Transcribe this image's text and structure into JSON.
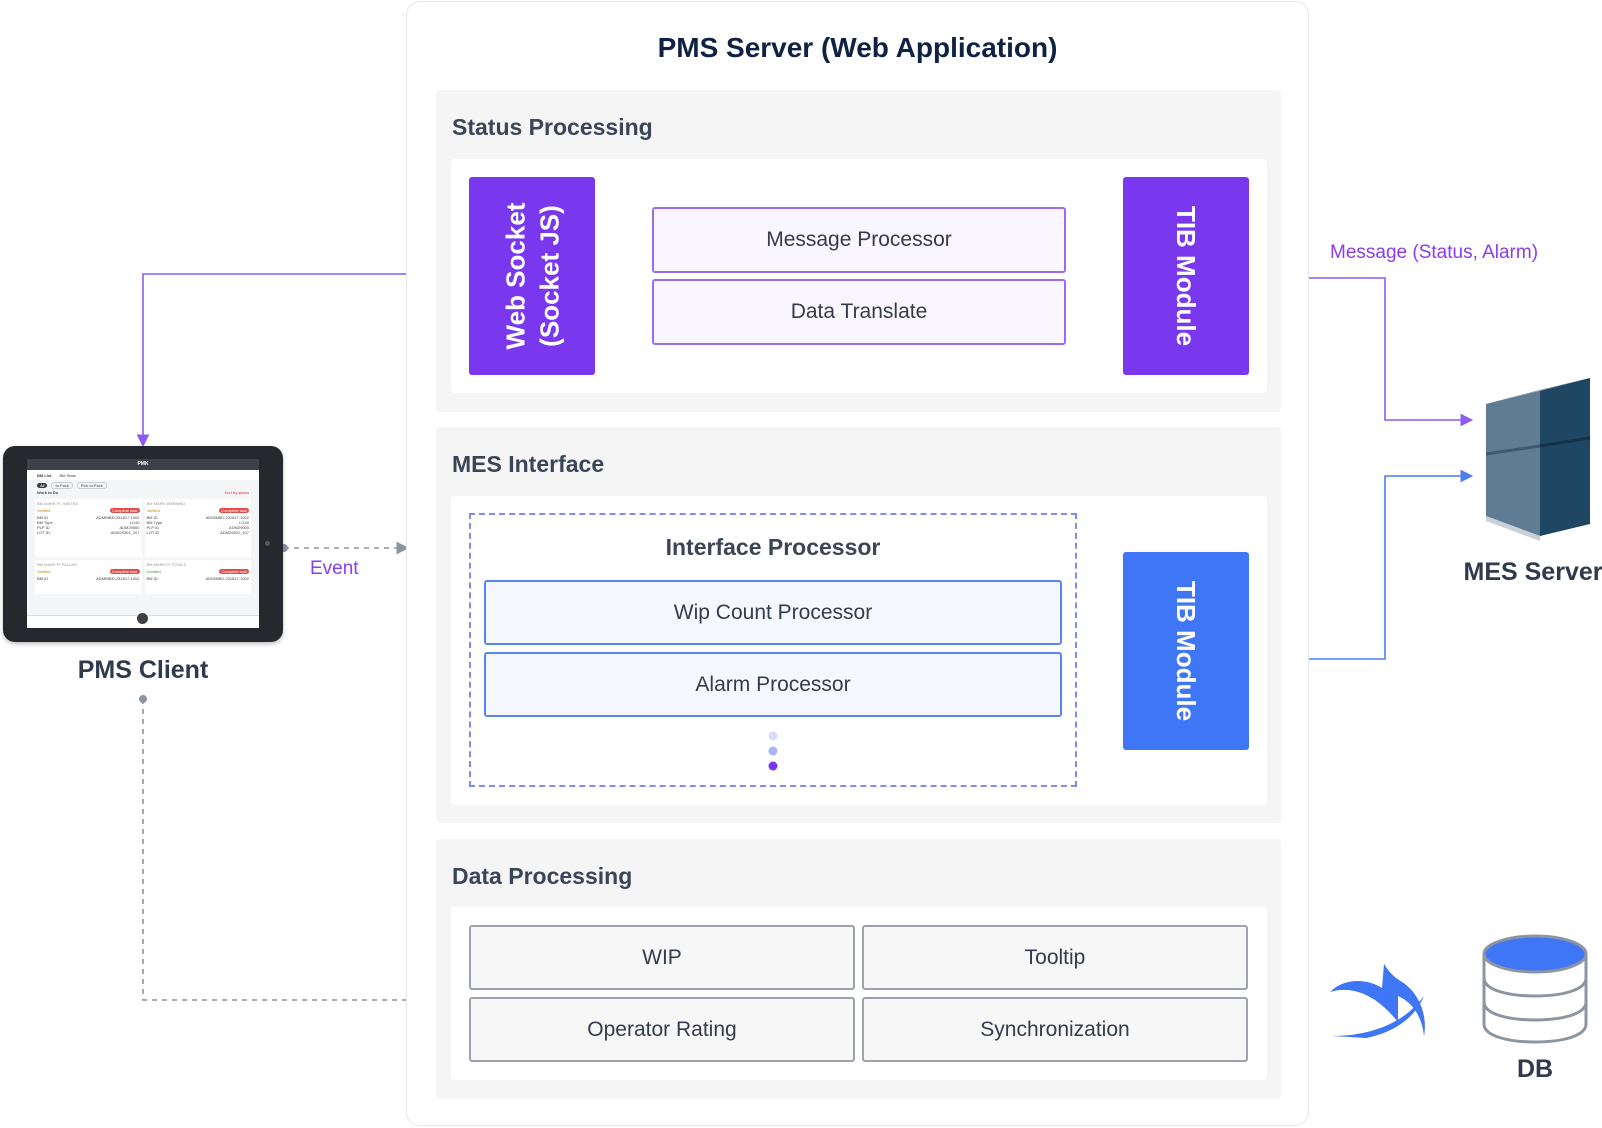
{
  "server": {
    "title": "PMS Server (Web Application)"
  },
  "status_processing": {
    "title": "Status Processing",
    "left_module": {
      "line1": "Web Socket",
      "line2": "(Socket JS)"
    },
    "processors": [
      "Message Processor",
      "Data Translate"
    ],
    "right_module": "TIB Module"
  },
  "mes_interface": {
    "title": "MES Interface",
    "group_title": "Interface Processor",
    "processors": [
      "Wip Count Processor",
      "Alarm Processor"
    ],
    "right_module": "TIB Module"
  },
  "data_processing": {
    "title": "Data Processing",
    "items": [
      "WIP",
      "Tooltip",
      "Operator Rating",
      "Synchronization"
    ]
  },
  "client": {
    "label": "PMS Client",
    "event_label": "Event",
    "screen": {
      "app_name": "PMK",
      "tab_active": "BM List",
      "tab_other": "BM Stats",
      "filter1": "All",
      "filter2": "In Pack",
      "filter3": "Pick to Pack",
      "section": "Work to Do",
      "sort": "Sort by status",
      "card_status1": "Verified",
      "card_status2": "Created",
      "card_button": "Complete task",
      "card_header1": "BM MARK PI- WAITED",
      "card_header2": "BM MARK WARNING",
      "card_header3": "BM MARK PI PALLAR",
      "card_header4": "BM MARK PI TOTALS",
      "field_labels": [
        "BM ID",
        "BM Type",
        "PLP ID",
        "LOT ID"
      ],
      "field_values": [
        "ADMINBD-231817-1002",
        "LG40",
        "ADM29000",
        "ADM29301_107"
      ]
    }
  },
  "mes_server": {
    "label": "MES Server",
    "message_label": "Message (Status, Alarm)"
  },
  "db": {
    "label": "DB"
  },
  "colors": {
    "purple": "#7a38ee",
    "blue": "#3f76f5",
    "line_purple": "#8a5cf2",
    "line_blue": "#4f7df2",
    "dashed_gray": "#8d95a1",
    "server_dark": "#1f4663",
    "db_top": "#3f76f5"
  },
  "icons": {
    "client": "tablet-icon",
    "mes": "server-tower-icon",
    "sync": "sync-arrow-icon",
    "db": "database-icon"
  }
}
